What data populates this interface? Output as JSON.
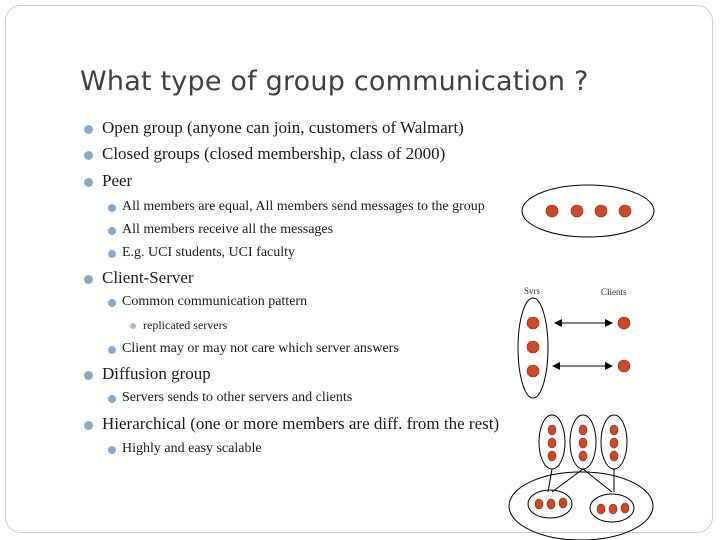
{
  "slide": {
    "title": "What type of group communication ?",
    "bullets": {
      "open_group": "Open group (anyone can join, customers of Walmart)",
      "closed_groups": "Closed groups (closed membership, class of 2000)",
      "peer": "Peer",
      "peer_equal": "All members are equal, All members send messages to the group",
      "peer_receive": "All members receive all the messages",
      "peer_eg": "E.g. UCI students, UCI faculty",
      "client_server": "Client-Server",
      "cs_pattern": "Common communication pattern",
      "cs_replicated": "replicated servers",
      "cs_care": "Client may or may not care which server answers",
      "diffusion": "Diffusion group",
      "diffusion_sub": "Servers sends to other servers and clients",
      "hierarchical": "Hierarchical (one or more members are diff. from the rest)",
      "hier_sub": "Highly and easy scalable"
    },
    "diagram": {
      "servers_label": "Svrs",
      "clients_label": "Clients"
    }
  },
  "colors": {
    "node_fill": "#c84a2a",
    "bullet": "#8aa9c8"
  }
}
